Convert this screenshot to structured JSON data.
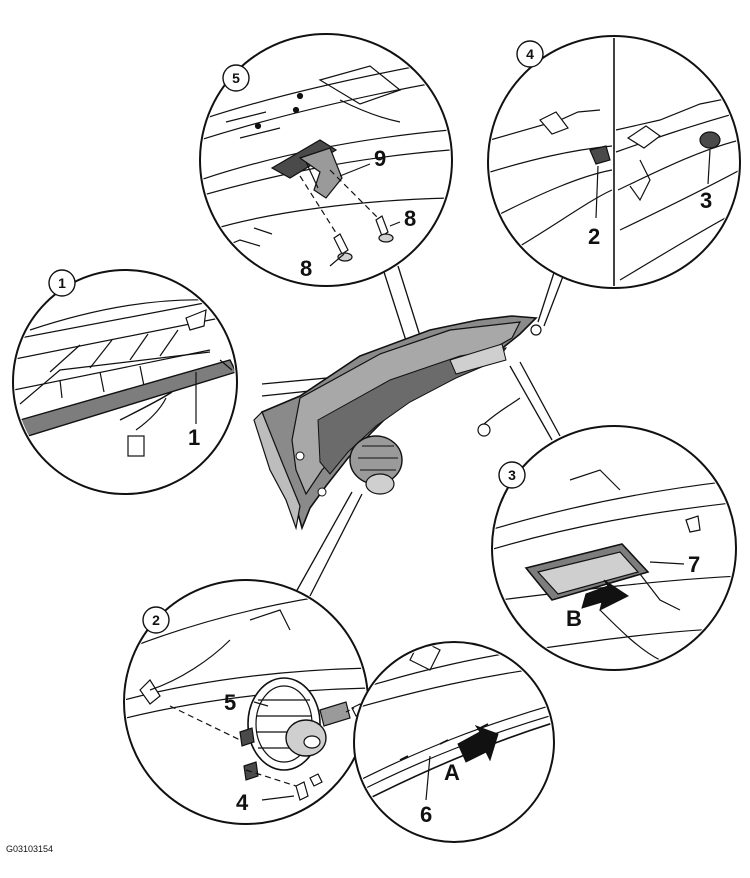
{
  "figure_code": "G03103154",
  "detail_bubbles": [
    {
      "id": "bubble-1",
      "label": "1"
    },
    {
      "id": "bubble-2",
      "label": "2"
    },
    {
      "id": "bubble-3",
      "label": "3"
    },
    {
      "id": "bubble-4",
      "label": "4"
    },
    {
      "id": "bubble-5",
      "label": "5"
    }
  ],
  "part_labels": [
    {
      "id": "detail1-part",
      "label": "1"
    },
    {
      "id": "detail4-part-a",
      "label": "2"
    },
    {
      "id": "detail4-part-b",
      "label": "3"
    },
    {
      "id": "detail2-part-screw",
      "label": "4"
    },
    {
      "id": "detail2-part-motor",
      "label": "5"
    },
    {
      "id": "detail2b-part-cable",
      "label": "6"
    },
    {
      "id": "detail3-part-cover",
      "label": "7"
    },
    {
      "id": "detail5-bolt-a",
      "label": "8"
    },
    {
      "id": "detail5-bolt-b",
      "label": "8"
    },
    {
      "id": "detail5-bracket",
      "label": "9"
    },
    {
      "id": "detail2b-arrow",
      "label": "A"
    },
    {
      "id": "detail3-arrow",
      "label": "B"
    }
  ],
  "colors": {
    "line": "#111111",
    "gray": "#7d7d7d",
    "darkgray": "#4a4a4a",
    "light": "#d9d9d9",
    "bg": "#ffffff"
  }
}
